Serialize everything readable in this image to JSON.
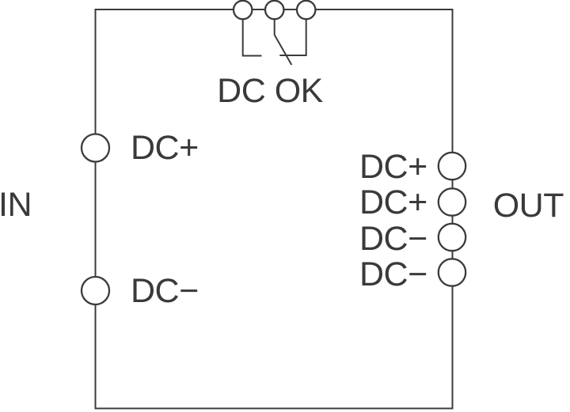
{
  "colors": {
    "background": "#ffffff",
    "line": "#3b3b3b",
    "text": "#3a3a3a"
  },
  "diagram": {
    "relay": {
      "label": "DC OK"
    },
    "input": {
      "group_label": "IN",
      "terminals": [
        {
          "label": "DC+"
        },
        {
          "label": "DC−"
        }
      ]
    },
    "output": {
      "group_label": "OUT",
      "terminals": [
        {
          "label": "DC+"
        },
        {
          "label": "DC+"
        },
        {
          "label": "DC−"
        },
        {
          "label": "DC−"
        }
      ]
    }
  }
}
